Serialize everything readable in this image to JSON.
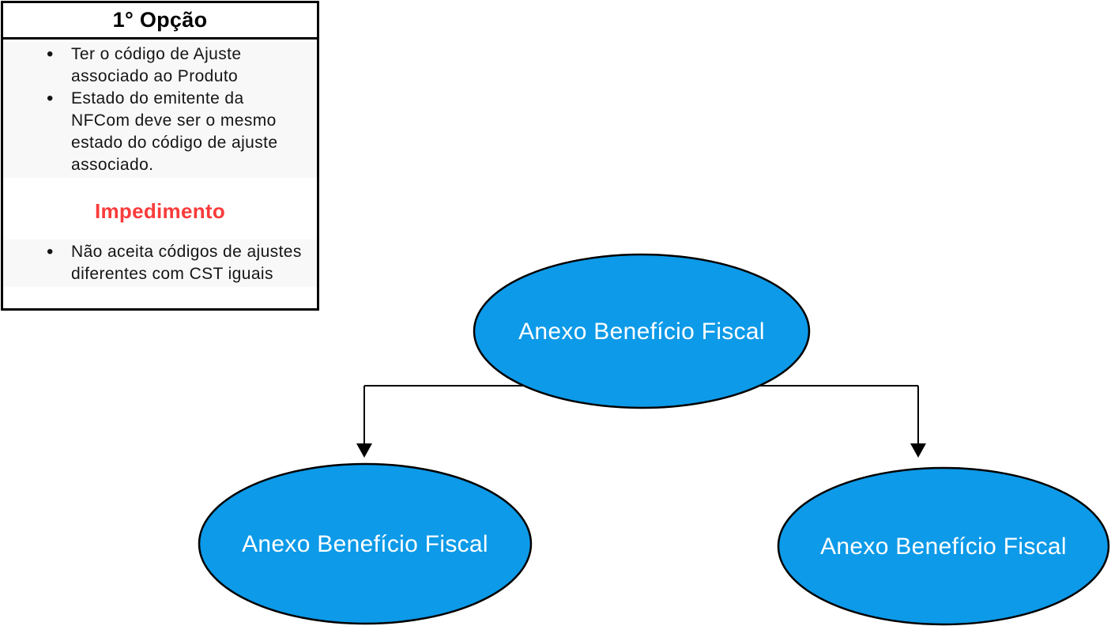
{
  "colors": {
    "node_fill": "#0d9ae8",
    "node_stroke": "#000000",
    "impediment_text": "#f93b3b",
    "bullet_block_bg": "#f8f8f8",
    "panel_border": "#000000"
  },
  "panel": {
    "title": "1° Opção",
    "requirements": [
      "Ter o código de Ajuste associado ao Produto",
      "Estado do emitente da NFCom deve ser o mesmo estado do código de ajuste associado."
    ],
    "impediment_label": "Impedimento",
    "impediments": [
      "Não aceita códigos de ajustes diferentes com CST iguais"
    ]
  },
  "diagram": {
    "root": {
      "label": "Anexo Benefício Fiscal"
    },
    "children": [
      {
        "label": "Anexo Benefício Fiscal"
      },
      {
        "label": "Anexo Benefício Fiscal"
      }
    ]
  }
}
